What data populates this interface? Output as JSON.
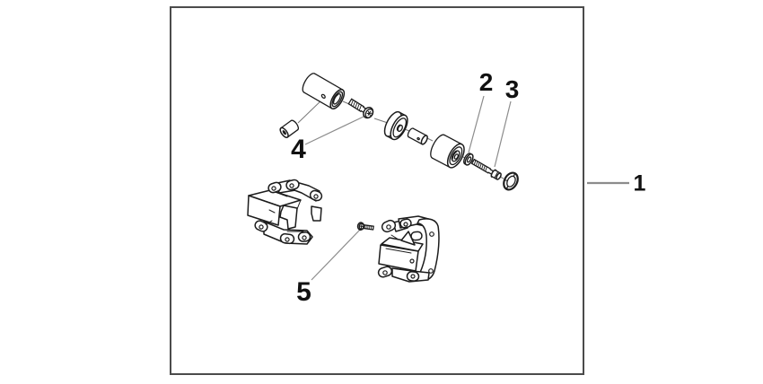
{
  "canvas": {
    "colors": {
      "bg": "#ffffff",
      "frame": "#4b4b4b",
      "line": "#1c1c1c",
      "leader": "#8c8c8c",
      "label": "#111111"
    }
  },
  "diagram": {
    "kind": "exploded-parts-diagram",
    "callouts": [
      {
        "number": "1",
        "refers_to": "complete-kit-frame"
      },
      {
        "number": "2",
        "refers_to": "plain-washer"
      },
      {
        "number": "3",
        "refers_to": "hex-bolt"
      },
      {
        "number": "4",
        "refers_to": "flange-screw"
      },
      {
        "number": "5",
        "refers_to": "pan-head-screw"
      }
    ],
    "parts": [
      {
        "name": "mount-barrel"
      },
      {
        "name": "pivot-collar"
      },
      {
        "name": "flange-screw"
      },
      {
        "name": "washer-disc"
      },
      {
        "name": "spacer-tube"
      },
      {
        "name": "slider-roller"
      },
      {
        "name": "plain-washer"
      },
      {
        "name": "hex-bolt"
      },
      {
        "name": "lock-washer"
      },
      {
        "name": "left-mounting-bracket"
      },
      {
        "name": "right-mounting-bracket"
      },
      {
        "name": "pan-head-screw"
      }
    ]
  }
}
